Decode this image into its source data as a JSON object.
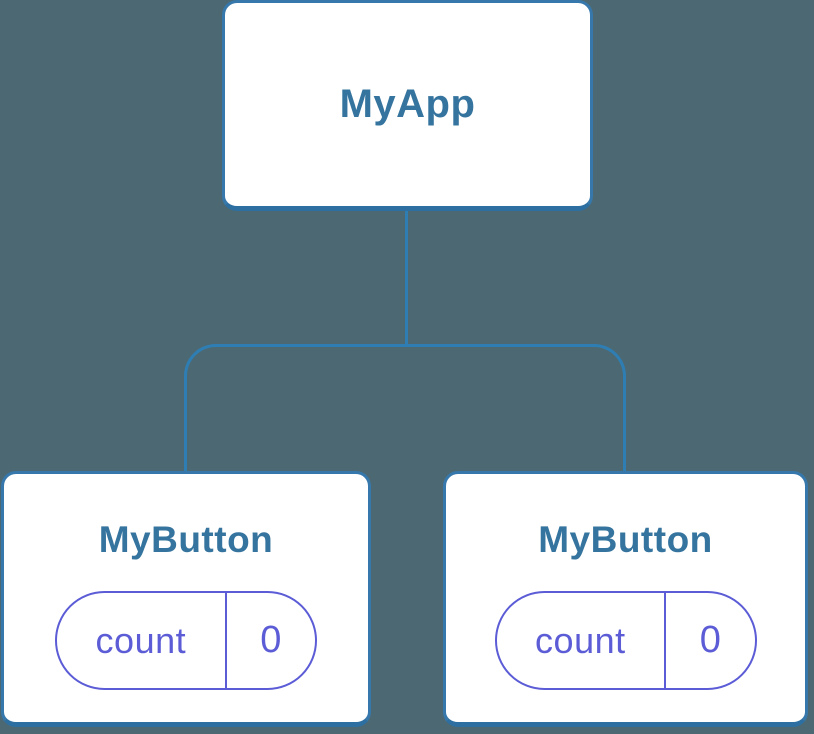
{
  "diagram": {
    "type": "component-tree",
    "description": "React component hierarchy: parent component with two child components each holding local state",
    "parent": {
      "label": "MyApp"
    },
    "children": [
      {
        "label": "MyButton",
        "state": {
          "key": "count",
          "value": "0"
        }
      },
      {
        "label": "MyButton",
        "state": {
          "key": "count",
          "value": "0"
        }
      }
    ]
  },
  "colors": {
    "background": "#4C6973",
    "line_blue": "#2E7EB4",
    "box_border": "#3678AB",
    "box_border_bottom": "#2D6FA1",
    "box_fill": "#FFFFFF",
    "title_text": "#35749E",
    "state_purple": "#5B5CD6"
  }
}
